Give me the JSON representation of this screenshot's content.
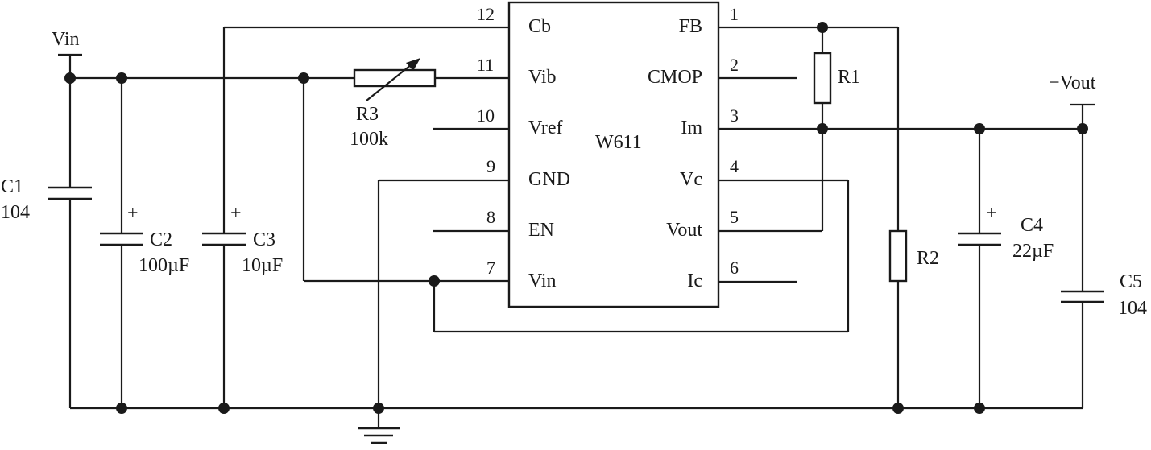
{
  "chip": {
    "name": "W611",
    "left_pins": [
      {
        "num": "12",
        "name": "Cb"
      },
      {
        "num": "11",
        "name": "Vib"
      },
      {
        "num": "10",
        "name": "Vref"
      },
      {
        "num": "9",
        "name": "GND"
      },
      {
        "num": "8",
        "name": "EN"
      },
      {
        "num": "7",
        "name": "Vin"
      }
    ],
    "right_pins": [
      {
        "num": "1",
        "name": "FB"
      },
      {
        "num": "2",
        "name": "CMOP"
      },
      {
        "num": "3",
        "name": "Im"
      },
      {
        "num": "4",
        "name": "Vc"
      },
      {
        "num": "5",
        "name": "Vout"
      },
      {
        "num": "6",
        "name": "Ic"
      }
    ]
  },
  "terminals": {
    "vin": "Vin",
    "vout": "−Vout"
  },
  "components": {
    "c1": {
      "name": "C1",
      "value": "104"
    },
    "c2": {
      "name": "C2",
      "value": "100µF",
      "polarity": "+"
    },
    "c3": {
      "name": "C3",
      "value": "10µF",
      "polarity": "+"
    },
    "r3": {
      "name": "R3",
      "value": "100k"
    },
    "r1": {
      "name": "R1"
    },
    "r2": {
      "name": "R2"
    },
    "c4": {
      "name": "C4",
      "value": "22µF",
      "polarity": "+"
    },
    "c5": {
      "name": "C5",
      "value": "104"
    }
  }
}
